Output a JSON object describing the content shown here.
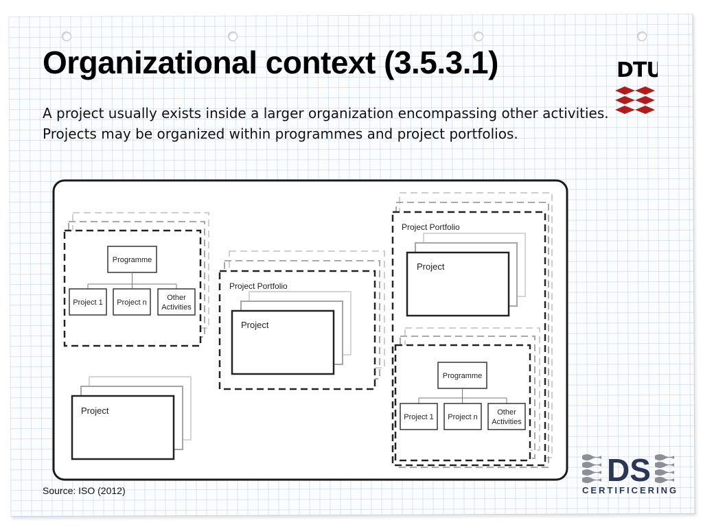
{
  "slide": {
    "title": "Organizational context (3.5.3.1)",
    "subtitle": "A project usually exists inside a larger organization encompassing other activities. Projects may be organized within programmes and project portfolios.",
    "source": "Source: ISO (2012)"
  },
  "logos": {
    "dtu": {
      "text": "DTU",
      "color": "#7a7a7a",
      "accent": "#b31b1b"
    },
    "ds": {
      "text": "DS",
      "subtitle": "CERTIFICERING",
      "color": "#2b3555"
    }
  },
  "diagram": {
    "programme_group_left": {
      "programme_label": "Programme",
      "project_1_label": "Project 1",
      "project_n_label": "Project n",
      "other_label_line1": "Other",
      "other_label_line2": "Activities"
    },
    "portfolio_center": {
      "portfolio_label": "Project Portfolio",
      "project_label": "Project"
    },
    "standalone_project": {
      "project_label": "Project"
    },
    "portfolio_right": {
      "portfolio_label": "Project Portfolio",
      "project_label": "Project",
      "programme_label": "Programme",
      "project_1_label": "Project 1",
      "project_n_label": "Project n",
      "other_label_line1": "Other",
      "other_label_line2": "Activities"
    }
  }
}
